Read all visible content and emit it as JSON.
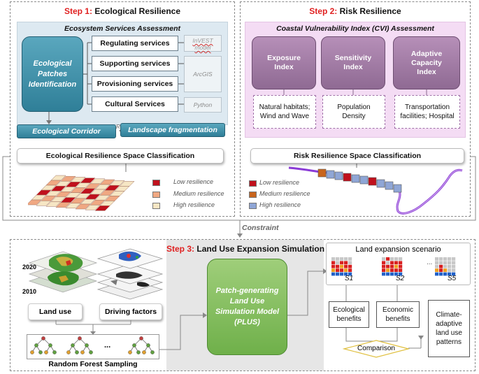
{
  "step1": {
    "step_label": "Step 1:",
    "title": "Ecological Resilience",
    "subtitle": "Ecosystem Services Assessment",
    "patches": "Ecological Patches Identification",
    "services": [
      "Regulating services",
      "Supporting services",
      "Provisioning services",
      "Cultural Services"
    ],
    "tools": [
      "InVEST model",
      "ArcGIS",
      "Python"
    ],
    "corridor": "Ecological Corridor",
    "revision": "Revision",
    "fragmentation": "Landscape fragmentation",
    "classification": "Ecological Resilience Space Classification",
    "legend": [
      "Low resilience",
      "Medium resilience",
      "High resilience"
    ]
  },
  "step2": {
    "step_label": "Step 2:",
    "title": "Risk Resilience",
    "subtitle": "Coastal Vulnerability Index (CVI) Assessment",
    "indices": [
      "Exposure Index",
      "Sensitivity Index",
      "Adaptive Capacity Index"
    ],
    "factors": [
      "Natural habitats; Wind and Wave",
      "Population Density",
      "Transportation facilities; Hospital"
    ],
    "classification": "Risk Resilience Space Classification",
    "legend": [
      "Low resilience",
      "Medium resilience",
      "High resilience"
    ]
  },
  "constraint": "Constraint",
  "step3": {
    "step_label": "Step 3:",
    "title": "Land Use Expansion Simulation",
    "years": [
      "2020",
      "2010"
    ],
    "land_use": "Land use",
    "driving": "Driving factors",
    "ellipsis": "...",
    "rf": "Random Forest Sampling",
    "model": "Patch-generating Land Use Simulation Model (PLUS)",
    "scenario_title": "Land expansion scenario",
    "scenarios": [
      "S1",
      "S2",
      "S5"
    ],
    "scen_dots": "...",
    "eco_benefits": "Ecological benefits",
    "econ_benefits": "Economic benefits",
    "comparison": "Comparison",
    "climate": "Climate-adaptive land use patterns"
  },
  "colors": {
    "low": "#c0101c",
    "medium": "#f0a882",
    "high": "#f6e6c4",
    "risk_low": "#c0101c",
    "risk_medium": "#c8641c",
    "risk_high": "#8fa6d6"
  }
}
